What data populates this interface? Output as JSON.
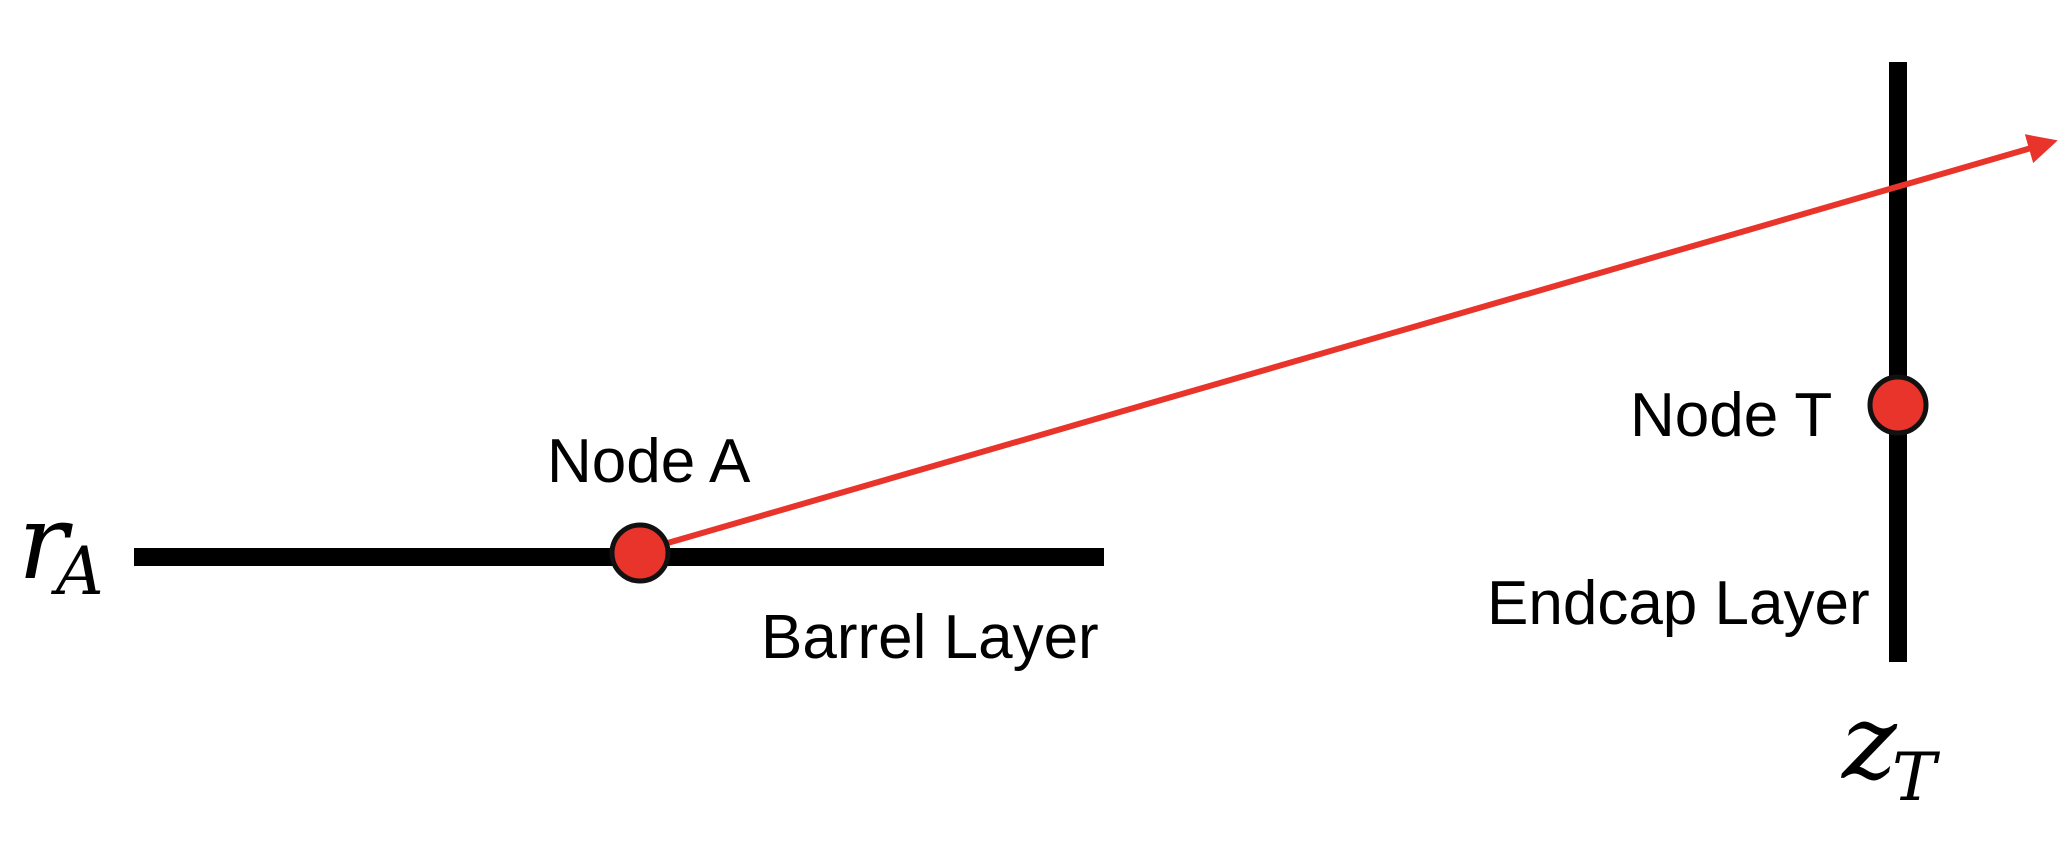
{
  "nodes": {
    "node_a": {
      "label": "Node A"
    },
    "node_t": {
      "label": "Node T"
    }
  },
  "layers": {
    "barrel": {
      "label": "Barrel Layer"
    },
    "endcap": {
      "label": "Endcap Layer"
    }
  },
  "symbols": {
    "r_a": {
      "base": "r",
      "subscript": "A"
    },
    "z_t": {
      "base": "z",
      "subscript": "T"
    }
  },
  "colors": {
    "track": "#e8342a",
    "node_fill": "#e8342a",
    "node_stroke": "#111111",
    "layer": "#000000"
  }
}
